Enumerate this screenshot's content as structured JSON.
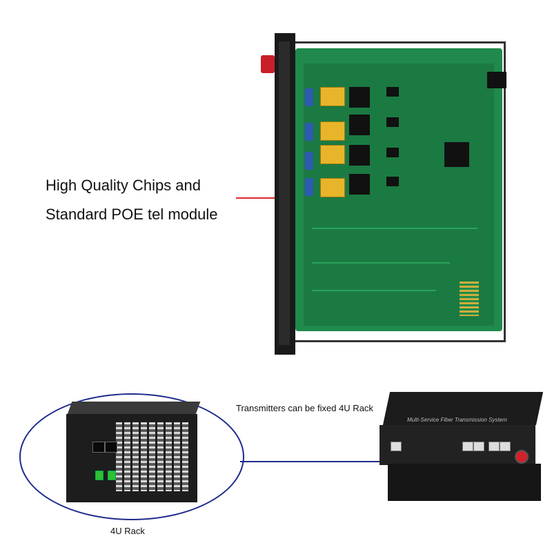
{
  "headline": {
    "line1": "High Quality Chips and",
    "line2": "Standard POE tel module"
  },
  "captions": {
    "transmitters": "Transmitters can be fixed 4U Rack",
    "rack": "4U Rack"
  },
  "device_label": "Multi-Service Fiber Transmission System",
  "colors": {
    "pcb": "#1f8a4c",
    "pointer_line": "#e3262b",
    "oval": "#1e2a8c",
    "relay": "#e8b52a"
  }
}
